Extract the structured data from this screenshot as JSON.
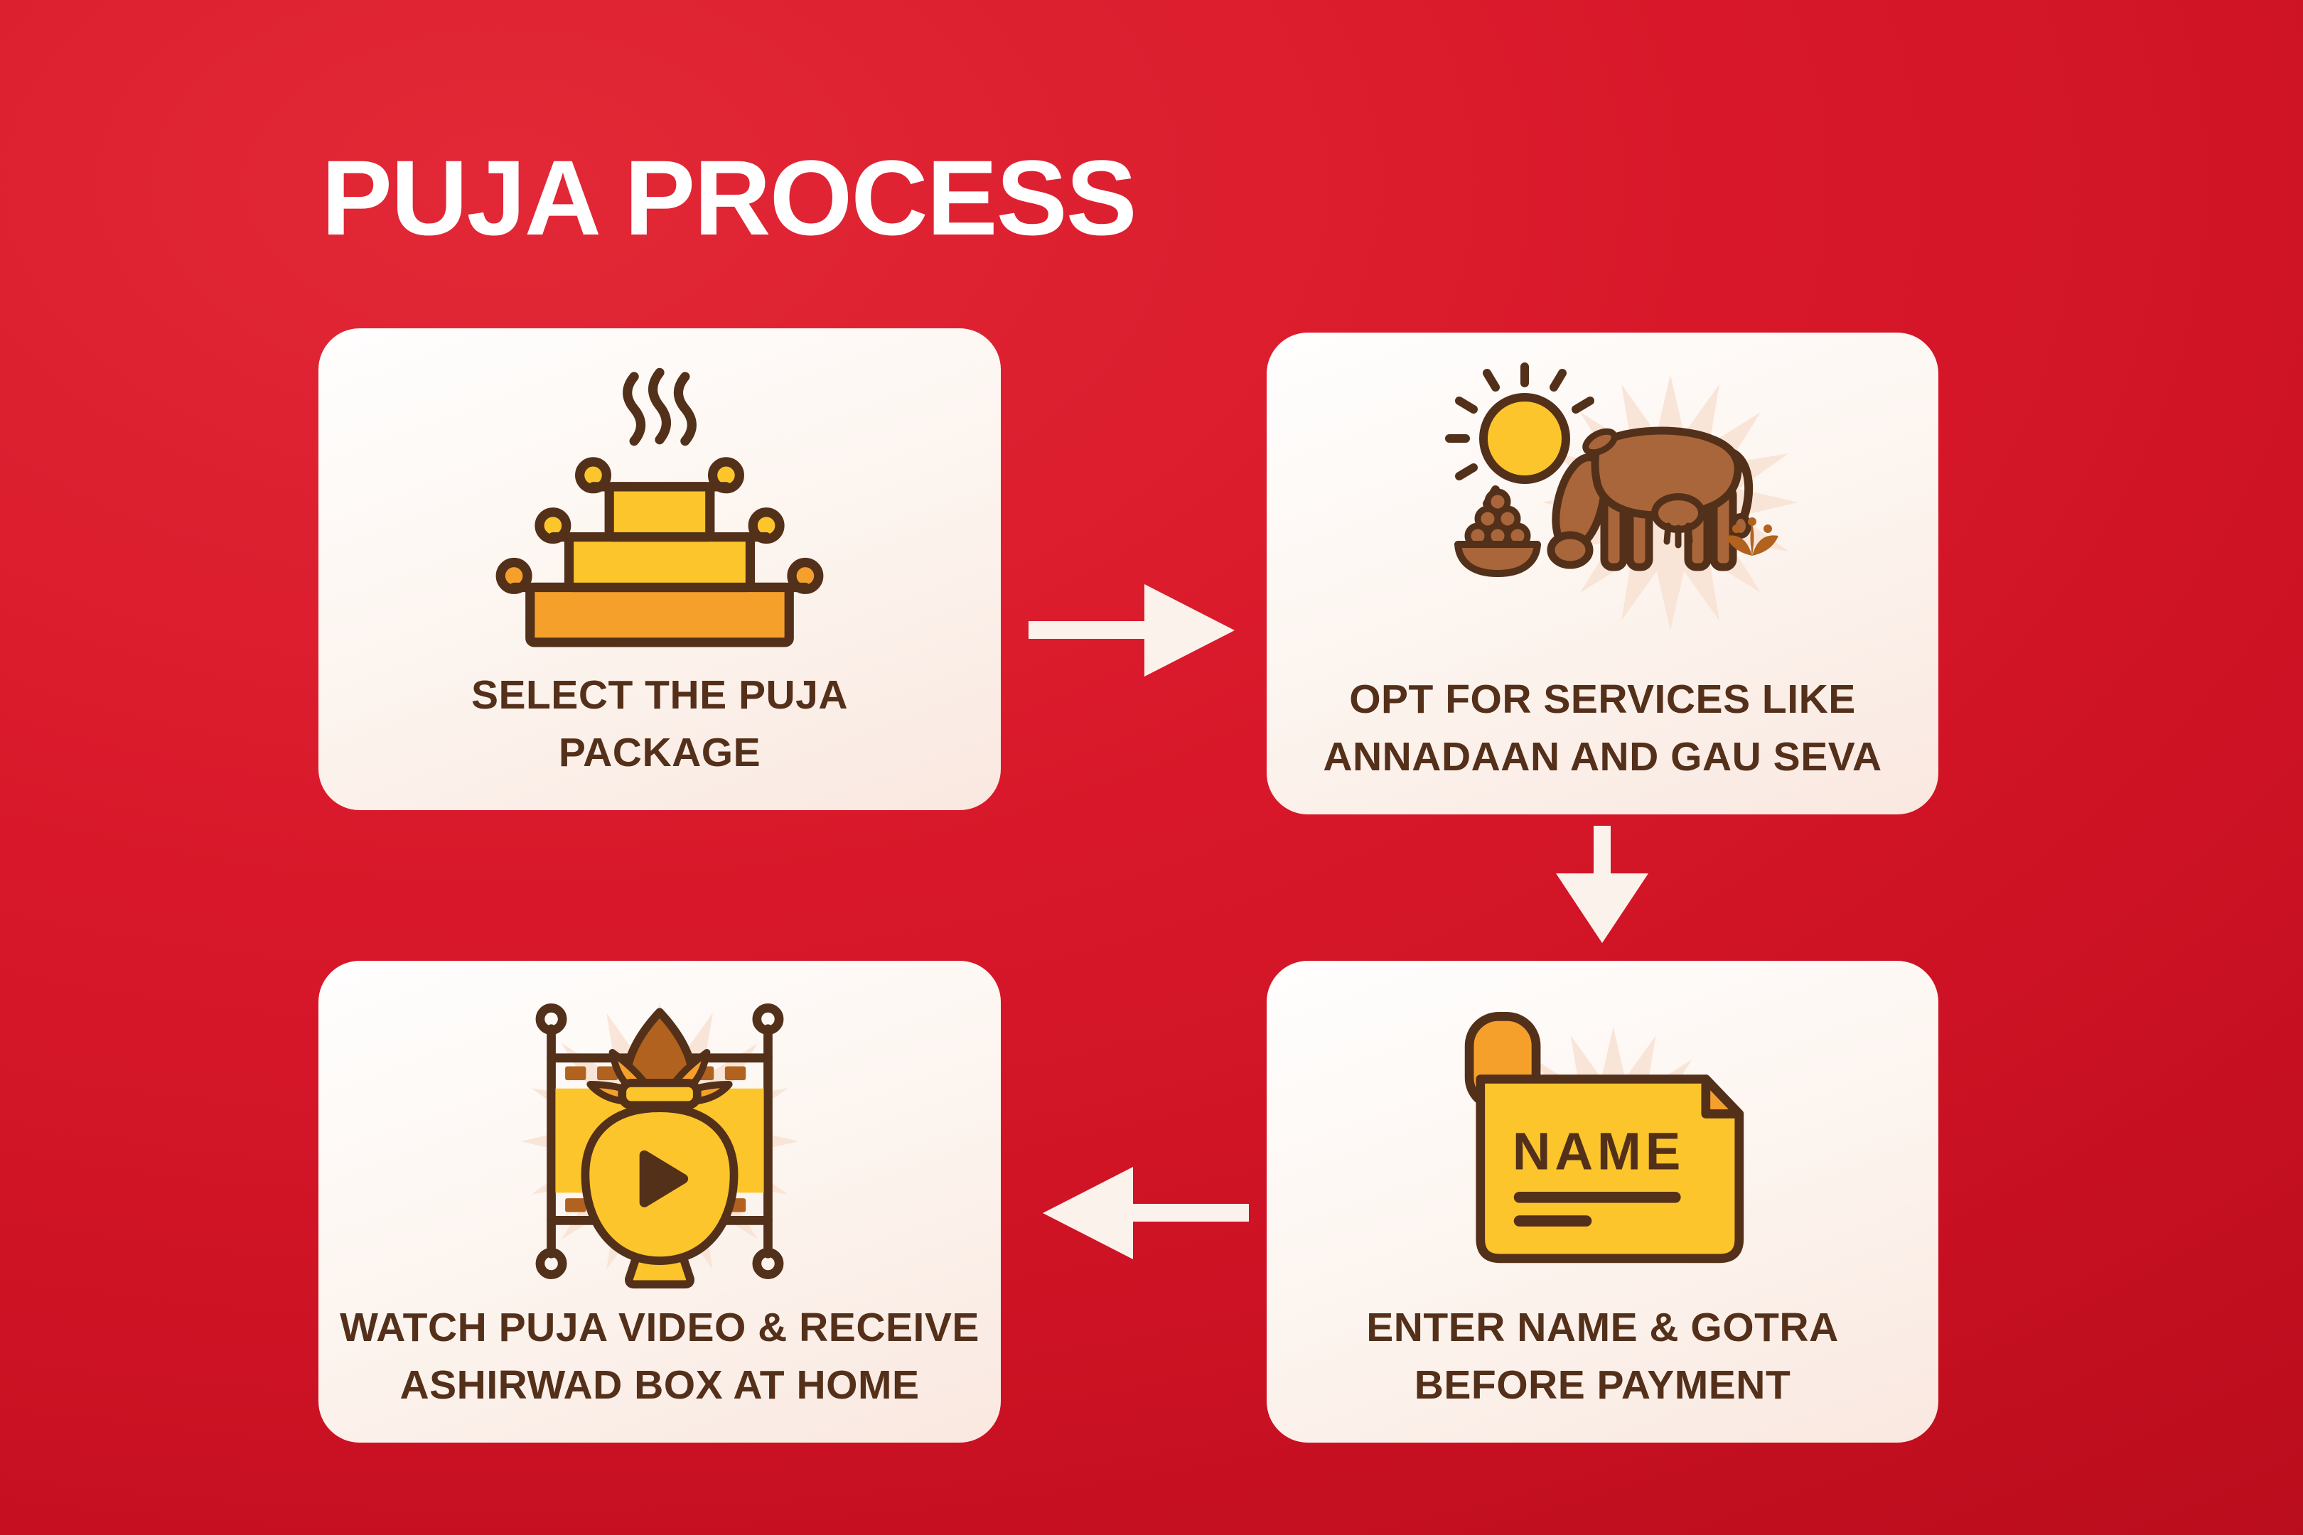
{
  "title": "PUJA PROCESS",
  "steps": [
    {
      "caption_line1": "SELECT THE PUJA",
      "caption_line2": "PACKAGE",
      "icon": "puja-tier-stand-icon"
    },
    {
      "caption_line1": "OPT FOR SERVICES LIKE",
      "caption_line2": "ANNADAAN AND GAU SEVA",
      "icon": "cow-grazing-icon"
    },
    {
      "caption_line1": "ENTER NAME & GOTRA",
      "caption_line2": "BEFORE PAYMENT",
      "icon": "name-scroll-icon",
      "icon_label": "NAME"
    },
    {
      "caption_line1": "WATCH PUJA VIDEO & RECEIVE",
      "caption_line2": "ASHIRWAD BOX AT HOME",
      "icon": "kalash-video-icon"
    }
  ],
  "arrows": [
    {
      "direction": "right"
    },
    {
      "direction": "down"
    },
    {
      "direction": "left"
    }
  ],
  "colors": {
    "background_red": "#d51627",
    "card_background": "#fdf5f0",
    "outline_brown": "#53301a",
    "text_brown": "#54301a",
    "yellow": "#fcc52b",
    "orange": "#f6a02c",
    "cow_brown": "#a9663a",
    "accent_brown": "#b2621f",
    "starburst_peach": "#f8e2d2",
    "arrow_white": "#fcf2ec",
    "title_white": "#ffffff"
  }
}
